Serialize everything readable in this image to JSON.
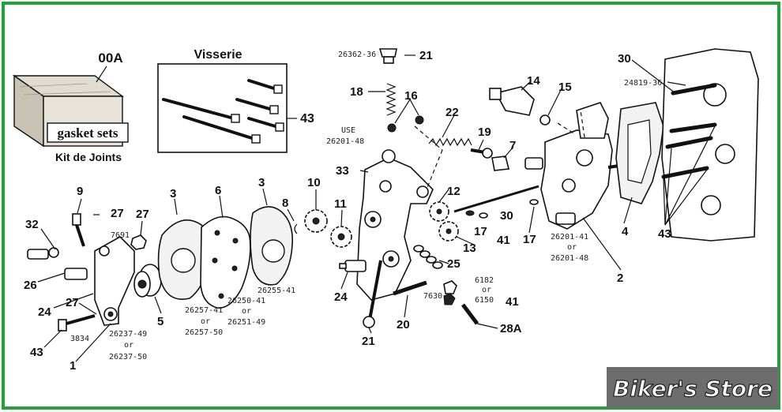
{
  "brand": {
    "name": "Biker's Store",
    "border_color": "#22a33a"
  },
  "kit": {
    "label": "00A",
    "box_text": "gasket sets",
    "caption": "Kit de Joints"
  },
  "hardware": {
    "title": "Visserie",
    "ref": "43"
  },
  "callouts": [
    {
      "id": "c1",
      "text": "1"
    },
    {
      "id": "c2",
      "text": "2"
    },
    {
      "id": "c3a",
      "text": "3"
    },
    {
      "id": "c3b",
      "text": "3"
    },
    {
      "id": "c4",
      "text": "4"
    },
    {
      "id": "c5",
      "text": "5"
    },
    {
      "id": "c6",
      "text": "6"
    },
    {
      "id": "c7",
      "text": "7"
    },
    {
      "id": "c8",
      "text": "8"
    },
    {
      "id": "c9",
      "text": "9"
    },
    {
      "id": "c10",
      "text": "10"
    },
    {
      "id": "c11",
      "text": "11"
    },
    {
      "id": "c12",
      "text": "12"
    },
    {
      "id": "c13",
      "text": "13"
    },
    {
      "id": "c14",
      "text": "14"
    },
    {
      "id": "c15",
      "text": "15"
    },
    {
      "id": "c16",
      "text": "16"
    },
    {
      "id": "c17a",
      "text": "17"
    },
    {
      "id": "c17b",
      "text": "17"
    },
    {
      "id": "c18",
      "text": "18"
    },
    {
      "id": "c19",
      "text": "19"
    },
    {
      "id": "c20",
      "text": "20"
    },
    {
      "id": "c21a",
      "text": "21"
    },
    {
      "id": "c21b",
      "text": "21"
    },
    {
      "id": "c22",
      "text": "22"
    },
    {
      "id": "c24a",
      "text": "24"
    },
    {
      "id": "c24b",
      "text": "24"
    },
    {
      "id": "c25",
      "text": "25"
    },
    {
      "id": "c26",
      "text": "26"
    },
    {
      "id": "c27a",
      "text": "27"
    },
    {
      "id": "c27b",
      "text": "27"
    },
    {
      "id": "c27c",
      "text": "27"
    },
    {
      "id": "c28A",
      "text": "28A"
    },
    {
      "id": "c30a",
      "text": "30"
    },
    {
      "id": "c30b",
      "text": "30"
    },
    {
      "id": "c32",
      "text": "32"
    },
    {
      "id": "c33",
      "text": "33"
    },
    {
      "id": "c41a",
      "text": "41"
    },
    {
      "id": "c41b",
      "text": "41"
    },
    {
      "id": "c43a",
      "text": "43"
    },
    {
      "id": "c43b",
      "text": "43"
    }
  ],
  "part_numbers": {
    "p26362": "26362-36",
    "use": "USE",
    "p26201_48_top": "26201-48",
    "p24819": "24819-36",
    "p7691": "7691",
    "p26201_41": "26201-41",
    "or1": "or",
    "p26201_48": "26201-48",
    "p26255": "26255-41",
    "p26250": "26250-41",
    "or2": "or",
    "p26251": "26251-49",
    "p26257": "26257-41",
    "or3": "or",
    "p26257_50": "26257-50",
    "p6182": "6182",
    "or4": "or",
    "p6150": "6150",
    "p7630": "7630",
    "p3834": "3834",
    "p26237_49": "26237-49",
    "or5": "or",
    "p26237_50": "26237-50"
  }
}
